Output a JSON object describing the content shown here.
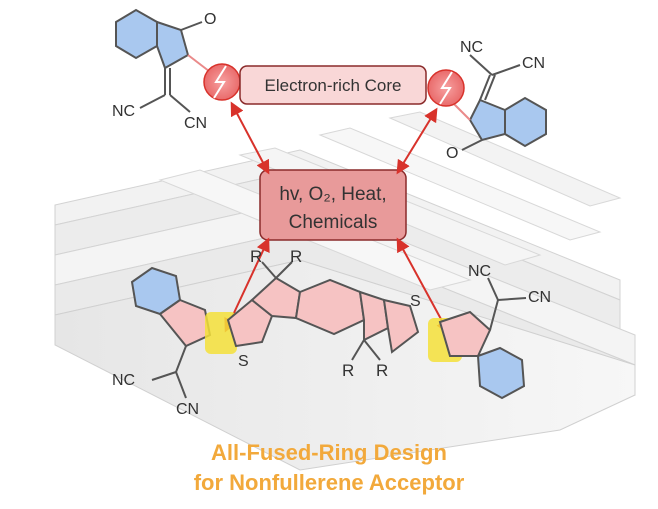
{
  "labels": {
    "o_top": "O",
    "nc_top_left": "NC",
    "cn_top_left": "CN",
    "nc_top_right": "NC",
    "cn_top_right": "CN",
    "o_right": "O",
    "core": "Electron-rich Core",
    "stimuli_line1": "hv, O₂, Heat,",
    "stimuli_line2": "Chemicals",
    "r_top_1": "R",
    "r_top_2": "R",
    "r_bottom_1": "R",
    "r_bottom_2": "R",
    "s_left": "S",
    "s_right": "S",
    "nc_bottom_right": "NC",
    "cn_bottom_right": "CN",
    "nc_bottom_left": "NC",
    "cn_bottom_left": "CN"
  },
  "caption": {
    "line1": "All-Fused-Ring Design",
    "line2": "for Nonfullerene Acceptor"
  },
  "colors": {
    "caption": "#f2a93b",
    "arrow": "#d8322b",
    "core_fill": "#f9d7d7",
    "stimuli_fill": "#e89a9a",
    "aromatic_fill": "#a9c8ef",
    "fused_fill": "#f6c3c3",
    "highlight": "#f5e13a",
    "bond_red": "#ea8a8a"
  }
}
